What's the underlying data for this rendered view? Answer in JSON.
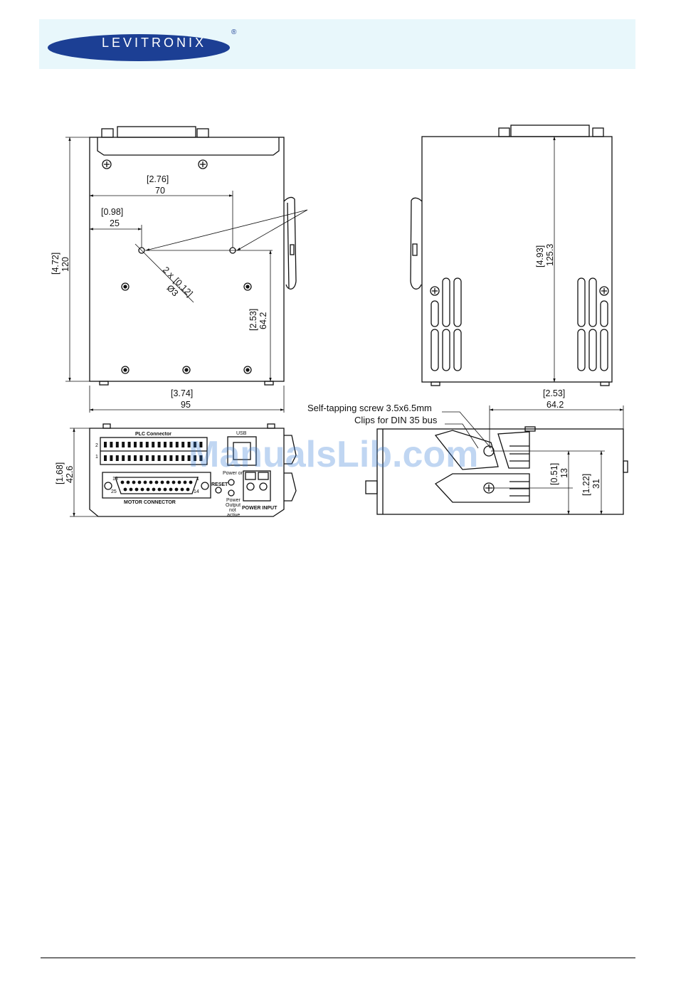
{
  "header": {
    "brand": "LEVITRONIX",
    "registered": "®",
    "colors": {
      "band": "#e8f7fb",
      "logo_ellipse": "#1c3f94",
      "logo_text": "#ffffff"
    }
  },
  "watermark": "ManualsLib.com",
  "front_view": {
    "dim_70": "70",
    "dim_70_in": "[2.76]",
    "dim_25": "25",
    "dim_25_in": "[0.98]",
    "hole_count": "2 x",
    "hole_in": "[0.12]",
    "hole_dia": "Ø3",
    "height": "120",
    "height_in": "[4.72]",
    "hole_height": "64.2",
    "hole_height_in": "[2.53]",
    "width": "95",
    "width_in": "[3.74]"
  },
  "side_view": {
    "height": "125.3",
    "height_in": "[4.93]",
    "depth": "64.2",
    "depth_in": "[2.53]"
  },
  "bottom_view": {
    "height": "42.6",
    "height_in": "[1.68]",
    "plc_label": "PLC Connector",
    "usb_label": "USB",
    "motor_label": "MOTOR CONNECTOR",
    "reset_label": "RESET",
    "power_on_label": "Power on",
    "power_output_line1": "Power",
    "power_output_line2": "Output",
    "power_output_line3": "not",
    "power_output_line4": "active",
    "power_input_label": "POWER INPUT",
    "pin_2": "2",
    "pin_1": "1",
    "pin_13": "13",
    "pin_25": "25",
    "pin_14": "14",
    "pin_1b": "1"
  },
  "din_view": {
    "screw_label": "Self-tapping screw 3.5x6.5mm",
    "clip_label": "Clips for DIN 35 bus",
    "dim_13": "13",
    "dim_13_in": "[0.51]",
    "dim_31": "31",
    "dim_31_in": "[1.22]"
  }
}
